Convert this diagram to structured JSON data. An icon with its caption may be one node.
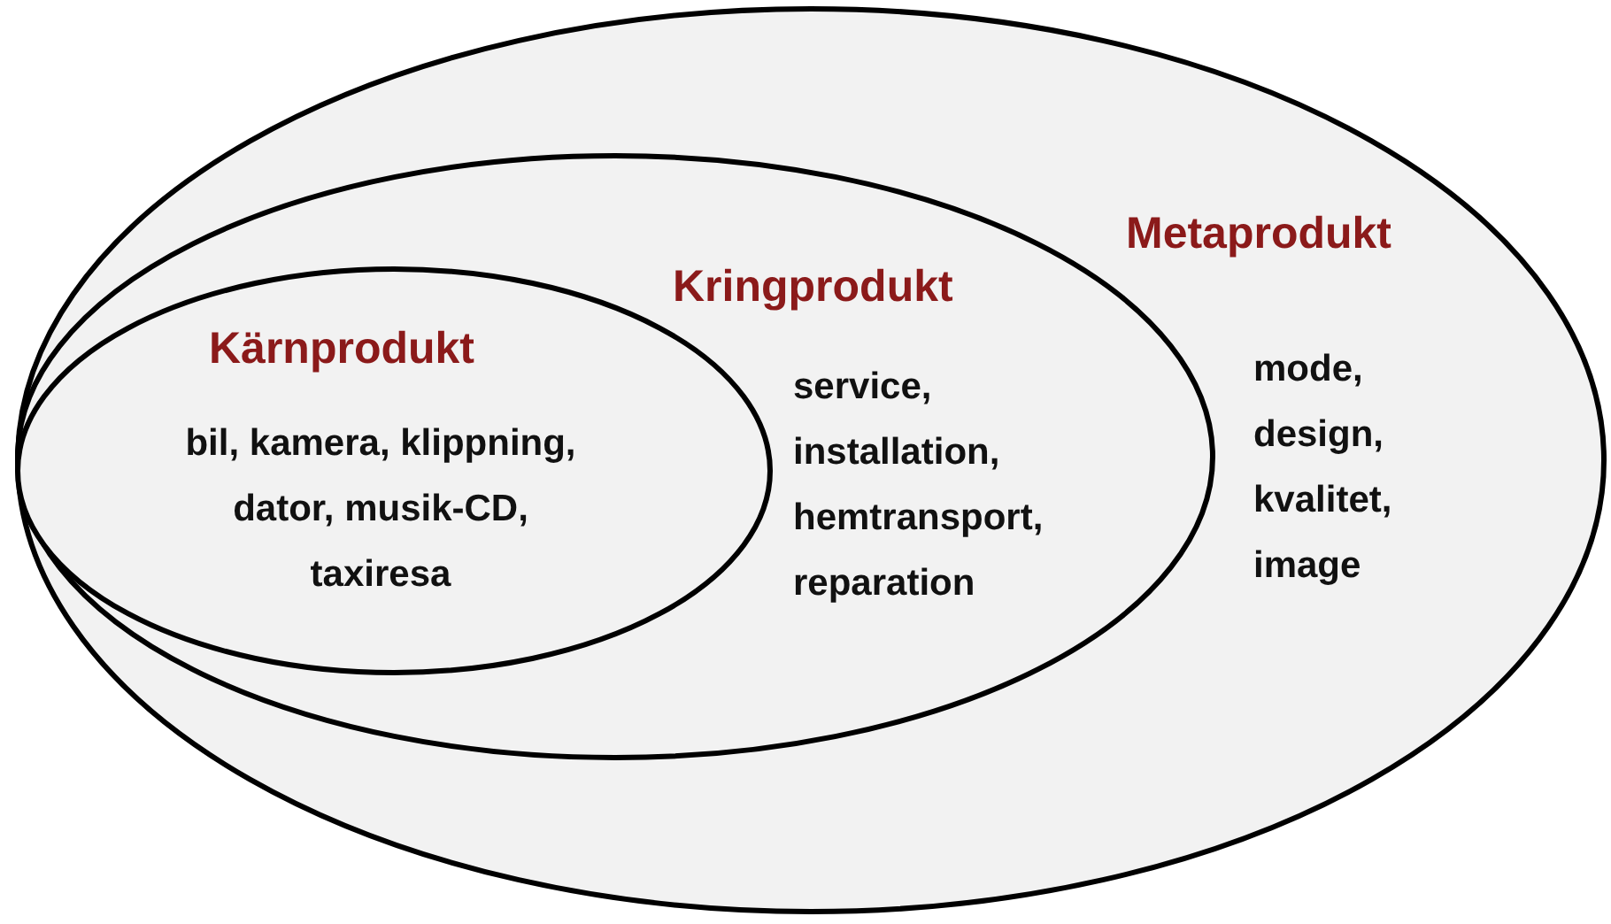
{
  "diagram": {
    "nodes": [
      {
        "text": [
          "Metaprodukt",
          "mode, design, kvalitet, image"
        ]
      },
      {
        "text": [
          "Kringprodukt",
          "service, installation, hemtransport, reparation"
        ],
        "in": 0
      },
      {
        "text": [
          "Kärnprodukt",
          "bil, kamera, klippning, dator, musik-CD, taxiresa"
        ],
        "in": 1
      }
    ],
    "edges": []
  }
}
